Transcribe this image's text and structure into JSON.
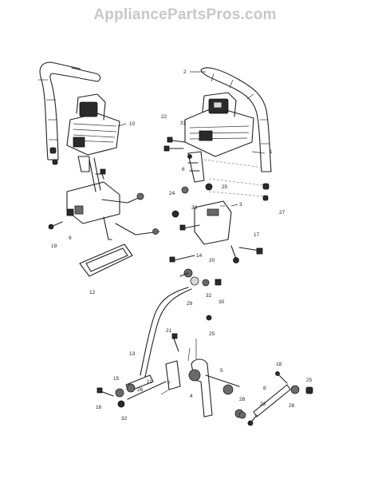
{
  "header": {
    "watermark": "AppliancePartsPros.com"
  },
  "callouts": [
    {
      "id": "c1",
      "text": "1"
    },
    {
      "id": "c2",
      "text": "2"
    },
    {
      "id": "c3",
      "text": "3"
    },
    {
      "id": "c4",
      "text": "4"
    },
    {
      "id": "c5",
      "text": "5"
    },
    {
      "id": "c6",
      "text": "6"
    },
    {
      "id": "c7",
      "text": "7"
    },
    {
      "id": "c8",
      "text": "8"
    },
    {
      "id": "c9",
      "text": "9"
    },
    {
      "id": "c10",
      "text": "10"
    },
    {
      "id": "c11",
      "text": "11"
    },
    {
      "id": "c12",
      "text": "12"
    },
    {
      "id": "c13",
      "text": "13"
    },
    {
      "id": "c14",
      "text": "14"
    },
    {
      "id": "c15",
      "text": "15"
    },
    {
      "id": "c16",
      "text": "16"
    },
    {
      "id": "c17",
      "text": "17"
    },
    {
      "id": "c18",
      "text": "18"
    },
    {
      "id": "c19",
      "text": "19"
    },
    {
      "id": "c20",
      "text": "20"
    },
    {
      "id": "c21",
      "text": "21"
    },
    {
      "id": "c22",
      "text": "22"
    },
    {
      "id": "c23",
      "text": "23"
    },
    {
      "id": "c24",
      "text": "24"
    },
    {
      "id": "c25a",
      "text": "25"
    },
    {
      "id": "c25b",
      "text": "25"
    },
    {
      "id": "c25c",
      "text": "25"
    },
    {
      "id": "c26",
      "text": "26"
    },
    {
      "id": "c27",
      "text": "27"
    },
    {
      "id": "c28a",
      "text": "28"
    },
    {
      "id": "c28b",
      "text": "28"
    },
    {
      "id": "c29",
      "text": "29"
    },
    {
      "id": "c30",
      "text": "30"
    },
    {
      "id": "c31",
      "text": "31"
    },
    {
      "id": "c32a",
      "text": "32"
    },
    {
      "id": "c32b",
      "text": "32"
    },
    {
      "id": "c33",
      "text": "33"
    }
  ]
}
